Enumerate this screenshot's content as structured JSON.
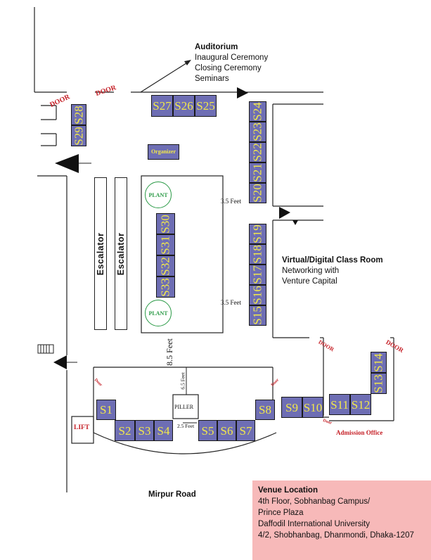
{
  "stalls": [
    {
      "id": "s1",
      "label": "S1"
    },
    {
      "id": "s2",
      "label": "S2"
    },
    {
      "id": "s3",
      "label": "S3"
    },
    {
      "id": "s4",
      "label": "S4"
    },
    {
      "id": "s5",
      "label": "S5"
    },
    {
      "id": "s6",
      "label": "S6"
    },
    {
      "id": "s7",
      "label": "S7"
    },
    {
      "id": "s8",
      "label": "S8"
    },
    {
      "id": "s9",
      "label": "S9"
    },
    {
      "id": "s10",
      "label": "S10"
    },
    {
      "id": "s11",
      "label": "S11"
    },
    {
      "id": "s12",
      "label": "S12"
    },
    {
      "id": "s13",
      "label": "S13"
    },
    {
      "id": "s14",
      "label": "S14"
    },
    {
      "id": "s15",
      "label": "S15"
    },
    {
      "id": "s16",
      "label": "S16"
    },
    {
      "id": "s17",
      "label": "S17"
    },
    {
      "id": "s18",
      "label": "S18"
    },
    {
      "id": "s19",
      "label": "S19"
    },
    {
      "id": "s20",
      "label": "S20"
    },
    {
      "id": "s21",
      "label": "S21"
    },
    {
      "id": "s22",
      "label": "S22"
    },
    {
      "id": "s23",
      "label": "S23"
    },
    {
      "id": "s24",
      "label": "S24"
    },
    {
      "id": "s25",
      "label": "S25"
    },
    {
      "id": "s26",
      "label": "S26"
    },
    {
      "id": "s27",
      "label": "S27"
    },
    {
      "id": "s28",
      "label": "S28"
    },
    {
      "id": "s29",
      "label": "S29"
    },
    {
      "id": "s30",
      "label": "S30"
    },
    {
      "id": "s31",
      "label": "S31"
    },
    {
      "id": "s32",
      "label": "S32"
    },
    {
      "id": "s33",
      "label": "S33"
    }
  ],
  "organizer": "Organizer",
  "auditorium": {
    "title": "Auditorium",
    "lines": [
      "Inaugural Ceremony",
      "Closing Ceremony",
      "Seminars"
    ]
  },
  "classroom": {
    "title": "Virtual/Digital Class Room",
    "lines": [
      "Networking with",
      "Venture Capital"
    ]
  },
  "doors": {
    "door_label": "DOOR",
    "door_small": "Door"
  },
  "escalator": "Escalator",
  "plant": "PLANT",
  "piller": "PILLER",
  "lift": "LIFT",
  "admission_office": "Admission Office",
  "measures": {
    "m35": "3.5 Feet",
    "m85": "8.5 Feet",
    "m65": "6.5 Feet",
    "m25": "2.5 Feet"
  },
  "road": "Mirpur Road",
  "venue": {
    "title": "Venue Location",
    "lines": [
      "4th Floor, Sobhanbag Campus/",
      "Prince Plaza",
      "Daffodil International University",
      "4/2, Shobhanbag, Dhanmondi, Dhaka-1207"
    ]
  },
  "colors": {
    "stall_fill": "#6e6eb4",
    "stall_text": "#f2e84a",
    "plant": "#2a9a46",
    "door_text": "#c62128",
    "venue_bg": "#f7b9b9"
  }
}
